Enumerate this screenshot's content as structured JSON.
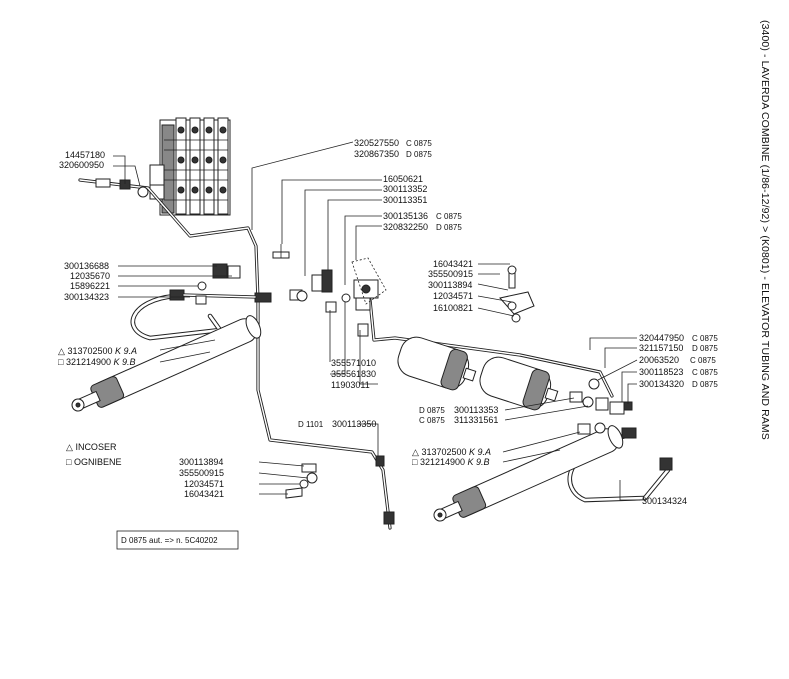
{
  "title": "(3400) - LAVERDA COMBINE (1/86-12/92) > (K0801) - ELEVATOR TUBING AND RAMS",
  "legend": {
    "incoser": "INCOSER",
    "ognibene": "OGNIBENE",
    "incoser_symbol": "triangle",
    "ognibene_symbol": "square"
  },
  "note": "D 0875 aut. => n. 5C40202",
  "labels": {
    "l14457180": "14457180",
    "l320600950": "320600950",
    "l320527550": "320527550",
    "l320527550s": "C 0875",
    "l320867350": "320867350",
    "l320867350s": "D 0875",
    "l16050621": "16050621",
    "l300113352": "300113352",
    "l300113351": "300113351",
    "l300135136": "300135136",
    "l300135136s": "C 0875",
    "l320832250": "320832250",
    "l320832250s": "D 0875",
    "l300136688": "300136688",
    "l12035670": "12035670",
    "l15896221": "15896221",
    "l300134323": "300134323",
    "l313702500a": "313702500",
    "l313702500as": "K 9.A",
    "l321214900a": "321214900",
    "l321214900as": "K 9.B",
    "l16043421a": "16043421",
    "l355500915a": "355500915",
    "l300113894a": "300113894",
    "l12034571a": "12034571",
    "l16100821": "16100821",
    "l320447950": "320447950",
    "l320447950s": "C 0875",
    "l321157150": "321157150",
    "l321157150s": "D 0875",
    "l20063520": "20063520",
    "l20063520s": "C 0875",
    "l300118523": "300118523",
    "l300118523s": "C 0875",
    "l300134320": "300134320",
    "l300134320s": "D 0875",
    "l355571010": "355571010",
    "l355561830": "355561830",
    "l11903011": "11903011",
    "l300113353p": "D 0875",
    "l300113353": "300113353",
    "l311331561p": "C 0875",
    "l311331561": "311331561",
    "l300113350p": "D 1101",
    "l300113350": "300113350",
    "l313702500b": "313702500",
    "l313702500bs": "K 9.A",
    "l321214900b": "321214900",
    "l321214900bs": "K 9.B",
    "l300113894b": "300113894",
    "l355500915b": "355500915",
    "l12034571b": "12034571",
    "l16043421b": "16043421",
    "l300134324": "300134324"
  }
}
